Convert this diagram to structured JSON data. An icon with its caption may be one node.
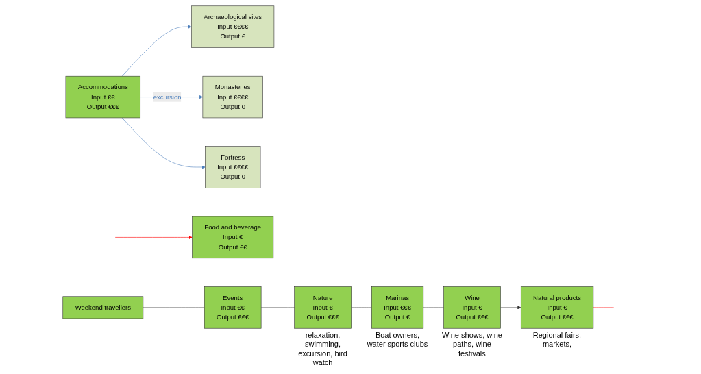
{
  "diagram": {
    "nodes": [
      {
        "text": [
          "Weekend travellers"
        ]
      },
      {
        "text": [
          "Archaeological sites",
          "Input €€€€",
          "Output €"
        ]
      },
      {
        "text": [
          "Monasteries",
          "Input €€€€",
          "Output 0"
        ]
      },
      {
        "text": [
          "Fortress",
          "Input €€€€",
          "Output 0"
        ]
      },
      {
        "text": [
          "Food and beverage",
          "Input €",
          "Output €€"
        ]
      },
      {
        "text": [
          "Events",
          "Input €€",
          "Output €€€"
        ]
      },
      {
        "text": [
          "Accommodations",
          "Input €€",
          "Output €€€"
        ]
      },
      {
        "text": [
          "Nature",
          "Input €",
          "Output €€€"
        ],
        "beside": [
          "relaxation, swimming, excursion, bird watch"
        ]
      },
      {
        "text": [
          "Marinas",
          "Input €€€",
          "Output €"
        ],
        "beside": [
          "Boat owners, water sports clubs"
        ]
      },
      {
        "text": [
          "Wine",
          "Input €",
          "Output €€€"
        ],
        "beside": [
          "Wine shows, wine paths, wine festivals"
        ]
      },
      {
        "text": [
          "Natural products",
          "Input €",
          "Output €€€"
        ],
        "beside": [
          "Regional fairs, markets,"
        ]
      }
    ],
    "edges": [
      {
        "from": 0,
        "to": 5,
        "arrow": "none"
      },
      {
        "from": 5,
        "to": 7,
        "arrow": "none"
      },
      {
        "from": 7,
        "to": 8,
        "arrow": "none"
      },
      {
        "from": 8,
        "to": 9,
        "arrow": "none"
      },
      {
        "from": 9,
        "to": 10,
        "arrow": "to"
      },
      {
        "from": 6,
        "to": 1,
        "arrow": "to",
        "color": "#4f81bd"
      },
      {
        "from": 6,
        "to": 2,
        "arrow": "to",
        "label": "excursion",
        "color": "#4f81bd"
      },
      {
        "from": 6,
        "to": 3,
        "arrow": "to",
        "color": "#4f81bd"
      },
      {
        "from": null,
        "to": 4,
        "arrow": "to",
        "color": "#ff0000"
      },
      {
        "from": 10,
        "to": null,
        "arrow": "none",
        "color": "#ff0000"
      }
    ]
  }
}
